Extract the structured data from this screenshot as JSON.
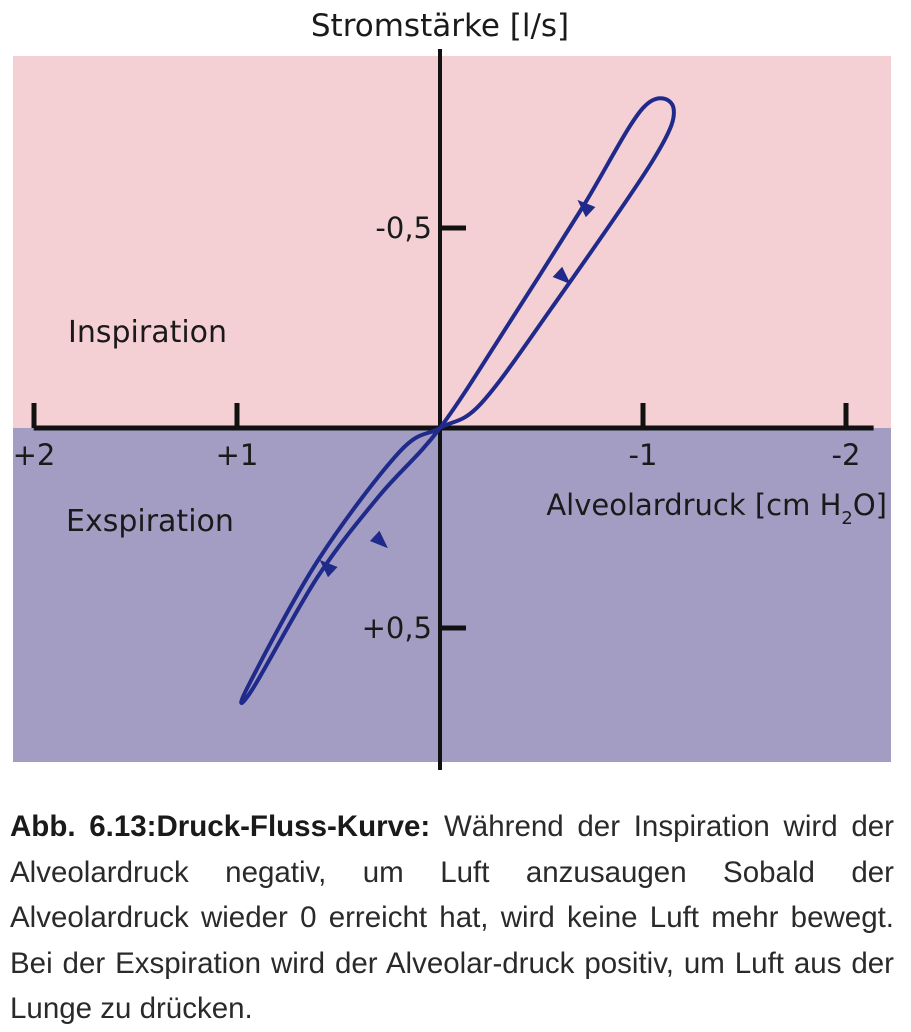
{
  "chart_data": {
    "type": "line",
    "title": "Stromstärke [l/s]",
    "xlabel_main": "Alveolardruck [cm H",
    "xlabel_sub": "2",
    "xlabel_end": "O]",
    "regions": {
      "inspiration": {
        "label": "Inspiration",
        "color": "#f4cfd4"
      },
      "expiration": {
        "label": "Exspiration",
        "color": "#a39dc3"
      }
    },
    "x_ticks": [
      {
        "value": 2,
        "label": "+2"
      },
      {
        "value": 1,
        "label": "+1"
      },
      {
        "value": -1,
        "label": "-1"
      },
      {
        "value": -2,
        "label": "-2"
      }
    ],
    "y_ticks": [
      {
        "value": -0.5,
        "label": "-0,5"
      },
      {
        "value": 0.5,
        "label": "+0,5"
      }
    ],
    "xlim": [
      2.1,
      -2.2
    ],
    "ylim": [
      0.85,
      -0.95
    ],
    "x_axis_reversed": true,
    "y_axis_reversed": true,
    "series": [
      {
        "color": "#1f2a8a",
        "points": [
          [
            0,
            0
          ],
          [
            -0.35,
            -0.27
          ],
          [
            -0.7,
            -0.55
          ],
          [
            -1.0,
            -0.8
          ],
          [
            -1.15,
            -0.8
          ],
          [
            -1.05,
            -0.67
          ],
          [
            -0.55,
            -0.3
          ],
          [
            -0.2,
            -0.06
          ],
          [
            0,
            0
          ],
          [
            0.2,
            0.06
          ],
          [
            0.6,
            0.33
          ],
          [
            0.95,
            0.65
          ],
          [
            0.92,
            0.65
          ],
          [
            0.6,
            0.37
          ],
          [
            0.3,
            0.17
          ],
          [
            0,
            0
          ]
        ],
        "arrows": [
          {
            "x": -0.72,
            "y": -0.55,
            "dir": "up"
          },
          {
            "x": -0.6,
            "y": -0.38,
            "dir": "down"
          },
          {
            "x": 0.3,
            "y": 0.28,
            "dir": "down"
          },
          {
            "x": 0.55,
            "y": 0.35,
            "dir": "up"
          }
        ]
      }
    ]
  },
  "caption": {
    "bold": "Abb. 6.13:Druck-Fluss-Kurve:",
    "text": " Während der Inspiration wird der Alveolardruck negativ, um Luft anzusaugen Sobald der Alveolardruck wieder 0 erreicht hat, wird keine Luft mehr bewegt. Bei der Exspiration wird der Alveolar-druck positiv, um Luft aus der Lunge zu drücken."
  }
}
